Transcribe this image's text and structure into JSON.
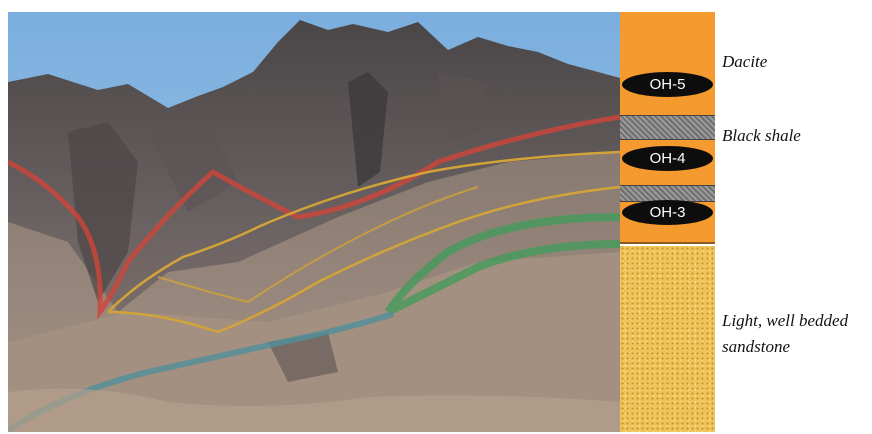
{
  "photo": {
    "description_icon": "mountain-outcrop-photo"
  },
  "strat_column": {
    "samples": [
      {
        "label": "OH-5"
      },
      {
        "label": "OH-4"
      },
      {
        "label": "OH-3"
      }
    ]
  },
  "units": {
    "dacite": "Dacite",
    "black_shale": "Black shale",
    "sandstone_line1": "Light, well bedded",
    "sandstone_line2": "sandstone"
  },
  "colors": {
    "dacite_orange": "#f59a2e",
    "shale_gray": "#7d7d7d",
    "sandstone_yellow": "#efc45a",
    "contact_red": "#d0453a",
    "contact_yellow": "#d1a338",
    "contact_green": "#3f9c5a",
    "contact_teal": "#4f8e9a"
  }
}
